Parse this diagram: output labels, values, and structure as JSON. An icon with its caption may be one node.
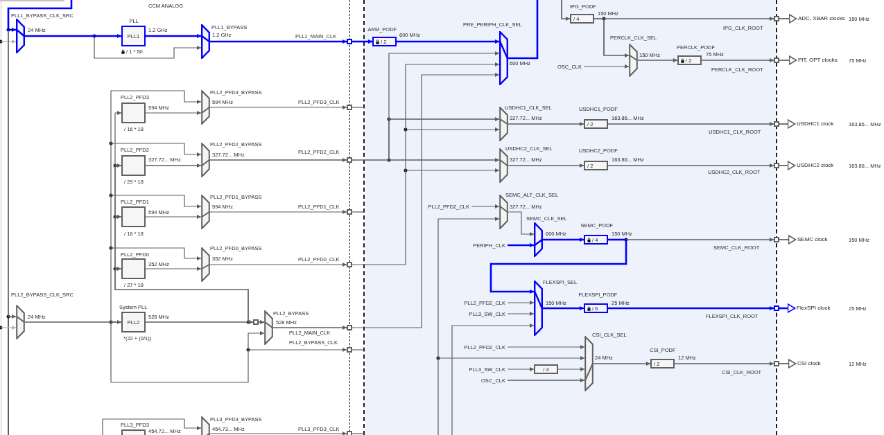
{
  "diagram": {
    "nodes": [
      {
        "text": [
          "PLL1_BYPASS_CLK_SRC"
        ],
        "beside": [
          "24 MHz"
        ]
      },
      {
        "text": [
          "PLL",
          "PLL1"
        ],
        "beside": [
          "1.2 GHz",
          "/ 1 * 50"
        ]
      },
      {
        "text": [
          "PLL1_BYPASS"
        ],
        "beside": [
          "1.2 GHz"
        ]
      },
      {
        "text": [],
        "shape": "box"
      },
      {
        "text": [
          "ARM_PODF",
          "/ 2"
        ],
        "beside": [
          "600 MHz"
        ]
      },
      {
        "text": [
          "PRE_PERIPH_CLK_SEL"
        ],
        "beside": [
          "600 MHz"
        ]
      },
      {
        "text": [
          "PLL2_PFD3"
        ],
        "beside": [
          "594 MHz",
          "/ 16 * 18"
        ]
      },
      {
        "text": [
          "PLL2_PFD3_BYPASS"
        ],
        "beside": [
          "594 MHz"
        ]
      },
      {
        "text": [],
        "shape": "box"
      },
      {
        "text": [
          "PLL2_PFD2"
        ],
        "beside": [
          "327.72... MHz",
          "/ 29 * 18"
        ]
      },
      {
        "text": [
          "PLL2_PFD2_BYPASS"
        ],
        "beside": [
          "327.72... MHz"
        ]
      },
      {
        "text": [],
        "shape": "box"
      },
      {
        "text": [
          "PLL2_PFD1"
        ],
        "beside": [
          "594 MHz",
          "/ 16 * 18"
        ]
      },
      {
        "text": [
          "PLL2_PFD1_BYPASS"
        ],
        "beside": [
          "594 MHz"
        ]
      },
      {
        "text": [],
        "shape": "box"
      },
      {
        "text": [
          "PLL2_PFD0"
        ],
        "beside": [
          "352 MHz",
          "/ 27 * 18"
        ]
      },
      {
        "text": [
          "PLL2_PFD0_BYPASS"
        ],
        "beside": [
          "352 MHz"
        ]
      },
      {
        "text": [],
        "shape": "box"
      },
      {
        "text": [
          "PLL2_BYPASS_CLK_SRC"
        ],
        "beside": [
          "24 MHz"
        ]
      },
      {
        "text": [
          "System PLL",
          "PLL2"
        ],
        "beside": [
          "528 MHz",
          "*(22 + (0/1))"
        ]
      },
      {
        "text": [],
        "shape": "box"
      },
      {
        "text": [
          "PLL2_BYPASS"
        ],
        "beside": [
          "528 MHz"
        ]
      },
      {
        "text": [],
        "shape": "box"
      },
      {
        "text": [],
        "shape": "box"
      },
      {
        "text": [
          "PLL3_PFD3"
        ],
        "beside": [
          "454.72... MHz"
        ]
      },
      {
        "text": [
          "PLL3_PFD3_BYPASS"
        ],
        "beside": [
          "454.73... MHz"
        ]
      },
      {
        "text": [],
        "shape": "box"
      },
      {
        "text": [
          "IPG_PODF",
          "/ 4"
        ],
        "beside": [
          "150 MHz"
        ]
      },
      {
        "text": [],
        "shape": "box"
      },
      {
        "text": [
          "ADC, XBAR clocks"
        ]
      },
      {
        "text": [
          "PERCLK_CLK_SEL"
        ],
        "beside": [
          "150 MHz"
        ]
      },
      {
        "text": [
          "OSC_CLK"
        ]
      },
      {
        "text": [
          "PERCLK_PODF",
          "/ 2"
        ],
        "beside": [
          "75 MHz"
        ]
      },
      {
        "text": [],
        "shape": "box"
      },
      {
        "text": [
          "PIT, GPT clocks"
        ]
      },
      {
        "text": [
          "USDHC1_CLK_SEL"
        ],
        "beside": [
          "327.72... MHz"
        ]
      },
      {
        "text": [
          "USDHC1_PODF",
          "/ 2"
        ],
        "beside": [
          "163.86... MHz"
        ]
      },
      {
        "text": [],
        "shape": "box"
      },
      {
        "text": [
          "USDHC1 clock"
        ]
      },
      {
        "text": [
          "USDHC2_CLK_SEL"
        ],
        "beside": [
          "327.72... MHz"
        ]
      },
      {
        "text": [
          "USDHC2_PODF",
          "/ 2"
        ],
        "beside": [
          "163.86... MHz"
        ]
      },
      {
        "text": [],
        "shape": "box"
      },
      {
        "text": [
          "USDHC2 clock"
        ]
      },
      {
        "text": [
          "PLL2_PFD2_CLK"
        ]
      },
      {
        "text": [
          "SEMC_ALT_CLK_SEL"
        ],
        "beside": [
          "327.72... MHz"
        ]
      },
      {
        "text": [
          "SEMC_CLK_SEL"
        ],
        "beside": [
          "600 MHz"
        ]
      },
      {
        "text": [
          "PERIPH_CLK"
        ]
      },
      {
        "text": [
          "SEMC_PODF",
          "/ 4"
        ],
        "beside": [
          "150 MHz"
        ]
      },
      {
        "text": [],
        "shape": "box"
      },
      {
        "text": [
          "SEMC clock"
        ]
      },
      {
        "text": [
          "FLEXSPI_SEL"
        ],
        "beside": [
          "150 MHz"
        ]
      },
      {
        "text": [
          "PLL2_PFD2_CLK"
        ]
      },
      {
        "text": [
          "PLL3_SW_CLK"
        ]
      },
      {
        "text": [
          "FLEXSPI_PODF",
          "/ 6"
        ],
        "beside": [
          "25 MHz"
        ]
      },
      {
        "text": [],
        "shape": "box"
      },
      {
        "text": [
          "FlexSPI clock"
        ]
      },
      {
        "text": [
          "CSI_CLK_SEL"
        ],
        "beside": [
          "24 MHz"
        ]
      },
      {
        "text": [
          "PLL2_PFD2_CLK"
        ]
      },
      {
        "text": [
          "PLL3_SW_CLK"
        ]
      },
      {
        "text": [
          "/ 4"
        ]
      },
      {
        "text": [
          "OSC_CLK"
        ]
      },
      {
        "text": [
          "CSI_PODF",
          "/ 2"
        ],
        "beside": [
          "12 MHz"
        ]
      },
      {
        "text": [],
        "shape": "box"
      },
      {
        "text": [
          "CSI clock"
        ]
      }
    ],
    "edges": [
      {
        "from": null,
        "to": 0,
        "arrow": "to",
        "color": "#0000ff"
      },
      {
        "from": null,
        "to": 0,
        "arrow": "to",
        "color": "#b4b4b4"
      },
      {
        "from": null,
        "to": 18,
        "arrow": "to"
      },
      {
        "from": null,
        "to": 18,
        "arrow": "to",
        "color": "#b4b4b4"
      },
      {
        "from": 0,
        "to": 1,
        "arrow": "to",
        "color": "#0000ff"
      },
      {
        "from": 0,
        "to": 2,
        "arrow": "to"
      },
      {
        "from": 1,
        "to": 2,
        "arrow": "to",
        "color": "#0000ff"
      },
      {
        "from": 2,
        "to": 3,
        "arrow": "to",
        "label": "PLL1_MAIN_CLK",
        "color": "#0000ff"
      },
      {
        "from": 3,
        "to": 4,
        "arrow": "to",
        "color": "#0000ff"
      },
      {
        "from": 4,
        "to": 5,
        "arrow": "to",
        "color": "#0000ff"
      },
      {
        "from": 5,
        "to": null,
        "arrow": "none",
        "color": "#0000ff"
      },
      {
        "from": null,
        "to": 27,
        "arrow": "to"
      },
      {
        "from": 27,
        "to": 28,
        "arrow": "to",
        "label": "IPG_CLK_ROOT"
      },
      {
        "from": 27,
        "to": 30,
        "arrow": "to"
      },
      {
        "from": 28,
        "to": 29,
        "arrow": "to"
      },
      {
        "from": 31,
        "to": 30,
        "arrow": "to"
      },
      {
        "from": 30,
        "to": 32,
        "arrow": "to"
      },
      {
        "from": 32,
        "to": 33,
        "arrow": "to",
        "label": "PERCLK_CLK_ROOT"
      },
      {
        "from": 33,
        "to": 34,
        "arrow": "to"
      },
      {
        "from": 19,
        "to": 20,
        "arrow": "to"
      },
      {
        "from": 19,
        "to": 6,
        "arrow": "to"
      },
      {
        "from": 19,
        "to": 9,
        "arrow": "to"
      },
      {
        "from": 19,
        "to": 12,
        "arrow": "to"
      },
      {
        "from": 19,
        "to": 15,
        "arrow": "to"
      },
      {
        "from": 20,
        "to": 21,
        "arrow": "to"
      },
      {
        "from": 18,
        "to": 19,
        "arrow": "to"
      },
      {
        "from": 18,
        "to": 7,
        "arrow": "to"
      },
      {
        "from": 18,
        "to": 10,
        "arrow": "to"
      },
      {
        "from": 18,
        "to": 13,
        "arrow": "to"
      },
      {
        "from": 18,
        "to": 16,
        "arrow": "to"
      },
      {
        "from": 18,
        "to": 21,
        "arrow": "to"
      },
      {
        "from": 18,
        "to": 23,
        "arrow": "to",
        "label": "PLL2_BYPASS_CLK"
      },
      {
        "from": null,
        "to": 25,
        "arrow": "to"
      },
      {
        "from": 6,
        "to": 7,
        "arrow": "to"
      },
      {
        "from": 7,
        "to": 8,
        "arrow": "to",
        "label": "PLL2_PFD3_CLK"
      },
      {
        "from": 9,
        "to": 10,
        "arrow": "to"
      },
      {
        "from": 10,
        "to": 11,
        "arrow": "to",
        "label": "PLL2_PFD2_CLK"
      },
      {
        "from": 12,
        "to": 13,
        "arrow": "to"
      },
      {
        "from": 13,
        "to": 14,
        "arrow": "to",
        "label": "PLL2_PFD1_CLK"
      },
      {
        "from": 15,
        "to": 16,
        "arrow": "to"
      },
      {
        "from": 16,
        "to": 17,
        "arrow": "to",
        "label": "PLL2_PFD0_CLK"
      },
      {
        "from": 21,
        "to": 22,
        "arrow": "to",
        "label": "PLL2_MAIN_CLK"
      },
      {
        "from": 25,
        "to": 26,
        "arrow": "to",
        "label": "PLL3_PFD3_CLK"
      },
      {
        "from": 8,
        "to": null,
        "arrow": "none"
      },
      {
        "from": 14,
        "to": null,
        "arrow": "none"
      },
      {
        "from": 23,
        "to": null,
        "arrow": "none"
      },
      {
        "from": 26,
        "to": null,
        "arrow": "none"
      },
      {
        "from": 11,
        "to": 39,
        "arrow": "to"
      },
      {
        "from": 11,
        "to": 35,
        "arrow": "to"
      },
      {
        "from": 11,
        "to": 5,
        "arrow": "to"
      },
      {
        "from": 17,
        "to": 5,
        "arrow": "to"
      },
      {
        "from": 17,
        "to": 35,
        "arrow": "to"
      },
      {
        "from": 17,
        "to": 39,
        "arrow": "to"
      },
      {
        "from": 22,
        "to": 5,
        "arrow": "to"
      },
      {
        "from": 43,
        "to": 44,
        "arrow": "to"
      },
      {
        "from": null,
        "to": 44,
        "arrow": "to"
      },
      {
        "from": null,
        "to": 56,
        "arrow": "to"
      },
      {
        "from": null,
        "to": 50,
        "arrow": "to"
      },
      {
        "from": 44,
        "to": 45,
        "arrow": "to"
      },
      {
        "from": 46,
        "to": 45,
        "arrow": "to",
        "color": "#0000ff"
      },
      {
        "from": 45,
        "to": 47,
        "arrow": "to",
        "color": "#0000ff"
      },
      {
        "from": 47,
        "to": 48,
        "arrow": "to",
        "label": "SEMC_CLK_ROOT"
      },
      {
        "from": 47,
        "to": 50,
        "arrow": "to",
        "color": "#0000ff"
      },
      {
        "from": 48,
        "to": 49,
        "arrow": "to"
      },
      {
        "from": 51,
        "to": 50,
        "arrow": "to"
      },
      {
        "from": 52,
        "to": 50,
        "arrow": "to"
      },
      {
        "from": 50,
        "to": 53,
        "arrow": "to",
        "color": "#0000ff"
      },
      {
        "from": 53,
        "to": 54,
        "arrow": "to",
        "label": "FLEXSPI_CLK_ROOT",
        "color": "#0000ff"
      },
      {
        "from": 54,
        "to": 55,
        "arrow": "to",
        "color": "#0000ff"
      },
      {
        "from": 57,
        "to": 56,
        "arrow": "to"
      },
      {
        "from": 58,
        "to": 59,
        "arrow": "to"
      },
      {
        "from": 59,
        "to": 56,
        "arrow": "to"
      },
      {
        "from": 60,
        "to": 56,
        "arrow": "to"
      },
      {
        "from": 56,
        "to": 61,
        "arrow": "to"
      },
      {
        "from": 61,
        "to": 62,
        "arrow": "to",
        "label": "CSI_CLK_ROOT"
      },
      {
        "from": 62,
        "to": 63,
        "arrow": "to"
      },
      {
        "from": 35,
        "to": 36,
        "arrow": "to"
      },
      {
        "from": 36,
        "to": 37,
        "arrow": "to",
        "label": "USDHC1_CLK_ROOT"
      },
      {
        "from": 37,
        "to": 38,
        "arrow": "to"
      },
      {
        "from": 39,
        "to": 40,
        "arrow": "to"
      },
      {
        "from": 40,
        "to": 41,
        "arrow": "to",
        "label": "USDHC2_CLK_ROOT"
      },
      {
        "from": 41,
        "to": 42,
        "arrow": "to"
      }
    ],
    "labels": [
      "CCM ANALOG",
      "150 MHz",
      "75 MHz",
      "163.86... MHz",
      "163.86... MHz",
      "150 MHz",
      "25 MHz",
      "12 MHz"
    ]
  }
}
